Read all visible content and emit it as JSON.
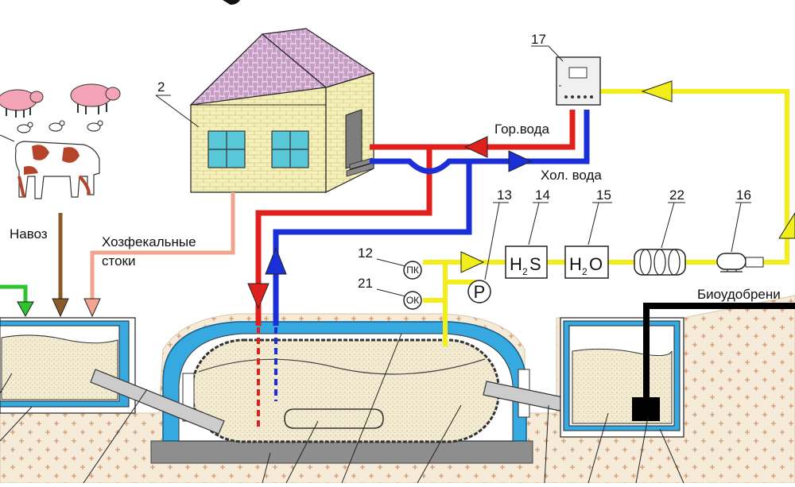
{
  "labels": {
    "manure": "Навоз",
    "sewage_line1": "Хозфекальные",
    "sewage_line2": "стоки",
    "hot_water": "Гор.вода",
    "cold_water": "Хол. вода",
    "biofertilizer": "Биоудобрени"
  },
  "numbers": {
    "house": "2",
    "controller": "17",
    "n12": "12",
    "n21": "21",
    "n13": "13",
    "n14": "14",
    "n15": "15",
    "n22": "22",
    "n16": "16"
  },
  "symbols": {
    "pk": "ПК",
    "ok": "ОК",
    "pressure": "P",
    "h2s_h": "H",
    "h2s_sub": "2",
    "h2s_s": "S",
    "h2o_h": "H",
    "h2o_sub": "2",
    "h2o_o": "O"
  },
  "colors": {
    "hot": "#e0201c",
    "cold": "#1a2fd6",
    "gas": "#f2ee1a",
    "sewage": "#f3a48c",
    "manure": "#8a5a28",
    "green": "#2fc42f",
    "insulation": "#36a9e1",
    "ground": "#f6ebd9",
    "ground_dots": "#c98a5a"
  }
}
